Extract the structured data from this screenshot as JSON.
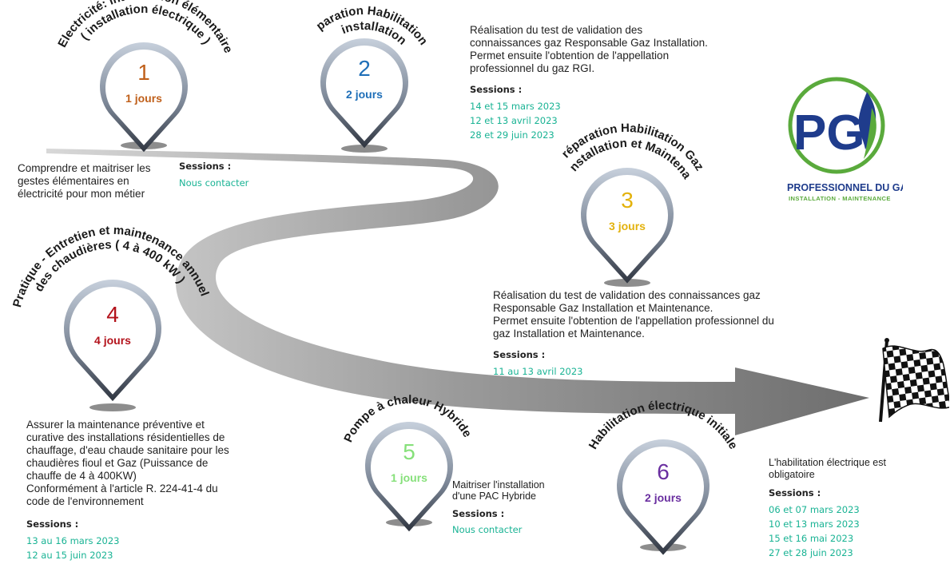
{
  "steps": [
    {
      "number": "1",
      "days": "1 jours",
      "color": "#c0601b",
      "title_lines": [
        "Electricité: intervention élémentaire",
        "( installation électrique )"
      ],
      "description": [
        "Comprendre et maitriser les",
        "gestes élémentaires en",
        "électricité pour mon métier"
      ],
      "sessions_label": "Sessions :",
      "sessions": [
        "Nous contacter"
      ]
    },
    {
      "number": "2",
      "days": "2 jours",
      "color": "#1f6fb8",
      "title_lines": [
        "Préparation Habilitation Gaz",
        "installation"
      ],
      "description": [
        "Réalisation du test de validation des",
        "connaissances gaz Responsable Gaz Installation.",
        "Permet ensuite l'obtention de l'appellation",
        "professionnel du gaz RGI."
      ],
      "sessions_label": "Sessions :",
      "sessions": [
        "14 et 15 mars 2023",
        "12 et 13 avril 2023",
        "28 et 29 juin 2023"
      ]
    },
    {
      "number": "3",
      "days": "3 jours",
      "color": "#e3b20c",
      "title_lines": [
        "Préparation Habilitation Gaz.",
        "PG Installation et Maintenance."
      ],
      "description": [
        "Réalisation du test de validation des connaissances gaz",
        "Responsable Gaz Installation et Maintenance.",
        "Permet ensuite l'obtention de l'appellation professionnel du",
        "gaz Installation et Maintenance."
      ],
      "sessions_label": "Sessions :",
      "sessions": [
        "11 au 13 avril 2023"
      ]
    },
    {
      "number": "4",
      "days": "4 jours",
      "color": "#b3121b",
      "title_lines": [
        "Pratique - Entretien et maintenance annuel",
        "des chaudières ( 4 à 400 kW )"
      ],
      "description": [
        "Assurer la maintenance préventive et",
        "curative des installations résidentielles de",
        "chauffage, d'eau chaude sanitaire pour les",
        "chaudières fioul et Gaz (Puissance de",
        "chauffe de 4 à 400KW)",
        "Conformément à l'article R. 224-41-4 du",
        "code de l'environnement"
      ],
      "sessions_label": "Sessions :",
      "sessions": [
        "13 au 16 mars 2023",
        "12 au 15 juin 2023"
      ]
    },
    {
      "number": "5",
      "days": "1 jours",
      "color": "#86e07a",
      "title_lines": [
        "Pompe à chaleur Hybride"
      ],
      "description": [
        "Maitriser l'installation",
        "d'une PAC Hybride"
      ],
      "sessions_label": "Sessions :",
      "sessions": [
        "Nous contacter"
      ]
    },
    {
      "number": "6",
      "days": "2 jours",
      "color": "#6a2fa0",
      "title_lines": [
        "Habilitation électrique initiale"
      ],
      "description": [
        "L'habilitation électrique est",
        "obligatoire"
      ],
      "sessions_label": "Sessions :",
      "sessions": [
        "06 et 07 mars 2023",
        "10 et 13 mars 2023",
        "15 et 16 mai  2023",
        "27 et 28 juin 2023"
      ]
    }
  ],
  "logo": {
    "letters": "PG",
    "name": "PROFESSIONNEL DU GAZ",
    "subtitle": "INSTALLATION - MAINTENANCE",
    "ring_color": "#5aaa3c",
    "letter_color": "#1f3c8c",
    "subtitle_color": "#5aaa3c"
  },
  "colors": {
    "road": "#8a8a8a",
    "pin_dark": "#2f3540",
    "pin_light": "#c7d0dc",
    "session_green": "#19b394"
  },
  "icons": {
    "finish": "checkered-flag-icon"
  }
}
